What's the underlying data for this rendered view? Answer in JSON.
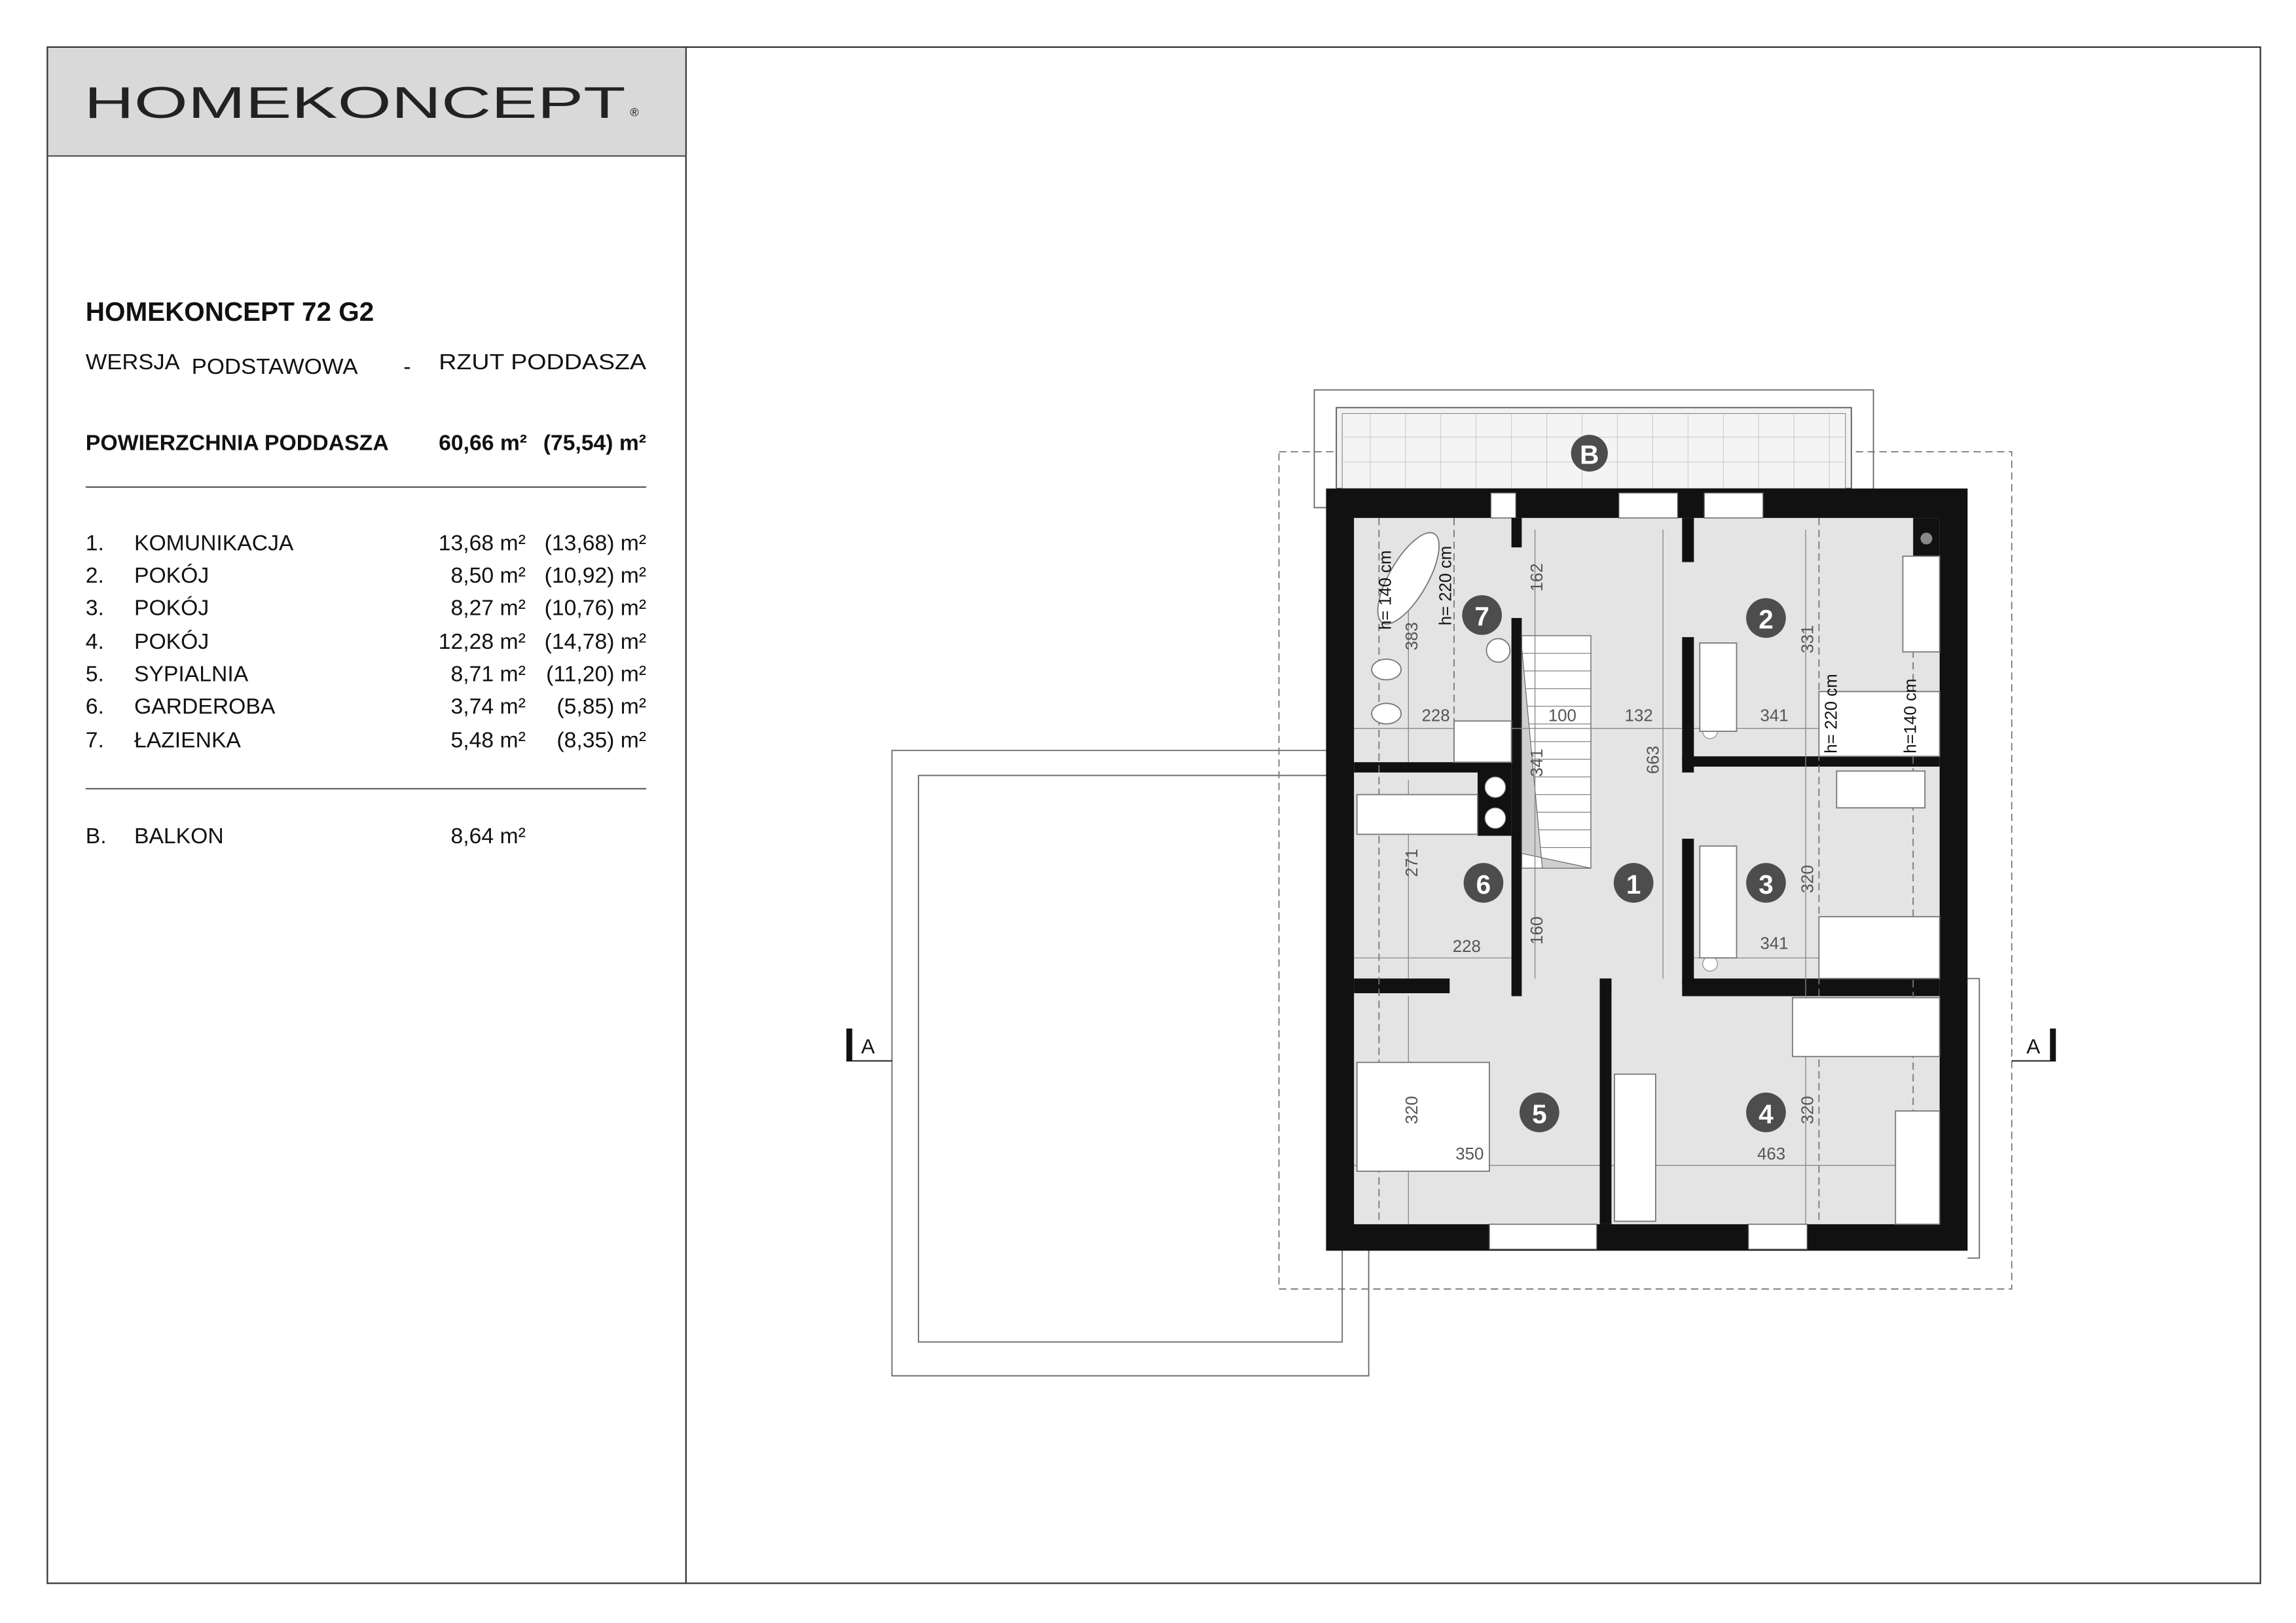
{
  "logo": {
    "text": "HOMEKONCEPT",
    "mark": "®"
  },
  "project": {
    "title": "HOMEKONCEPT 72 G2",
    "version_label": "WERSJA",
    "version_value": "PODSTAWOWA",
    "separator": "-",
    "view": "RZUT PODDASZA"
  },
  "summary": {
    "label": "POWIERZCHNIA PODDASZA",
    "area": "60,66 m²",
    "area_total": "(75,54) m²"
  },
  "rooms": [
    {
      "no": "1.",
      "name": "KOMUNIKACJA",
      "area": "13,68 m²",
      "area_total": "(13,68) m²"
    },
    {
      "no": "2.",
      "name": "POKÓJ",
      "area": "8,50 m²",
      "area_total": "(10,92) m²"
    },
    {
      "no": "3.",
      "name": "POKÓJ",
      "area": "8,27 m²",
      "area_total": "(10,76) m²"
    },
    {
      "no": "4.",
      "name": "POKÓJ",
      "area": "12,28 m²",
      "area_total": "(14,78) m²"
    },
    {
      "no": "5.",
      "name": "SYPIALNIA",
      "area": "8,71 m²",
      "area_total": "(11,20) m²"
    },
    {
      "no": "6.",
      "name": "GARDEROBA",
      "area": "3,74 m²",
      "area_total": "(5,85) m²"
    },
    {
      "no": "7.",
      "name": "ŁAZIENKA",
      "area": "5,48 m²",
      "area_total": "(8,35) m²"
    }
  ],
  "balcony": {
    "no": "B.",
    "name": "BALKON",
    "area": "8,64 m²"
  },
  "plan": {
    "room_numbers": [
      "1",
      "2",
      "3",
      "4",
      "5",
      "6",
      "7"
    ],
    "balcony_mark": "B",
    "section_left": "A",
    "section_right": "A",
    "dimensions": {
      "d162": "162",
      "d383": "383",
      "h140a": "h= 140 cm",
      "h220a": "h= 220 cm",
      "d228a": "228",
      "d100": "100",
      "d132": "132",
      "d663": "663",
      "d341s": "341",
      "d331": "331",
      "d341a": "341",
      "h220b": "h= 220 cm",
      "h140b": "h=140 cm",
      "d271": "271",
      "d228b": "228",
      "d160": "160",
      "d320a": "320",
      "d341b": "341",
      "d320b": "320",
      "d350": "350",
      "d320c": "320",
      "d463": "463"
    },
    "colors": {
      "wall": "#111111",
      "floor": "#e4e4e4",
      "marker": "#4d4d4d",
      "header": "#d9d9d9"
    }
  }
}
